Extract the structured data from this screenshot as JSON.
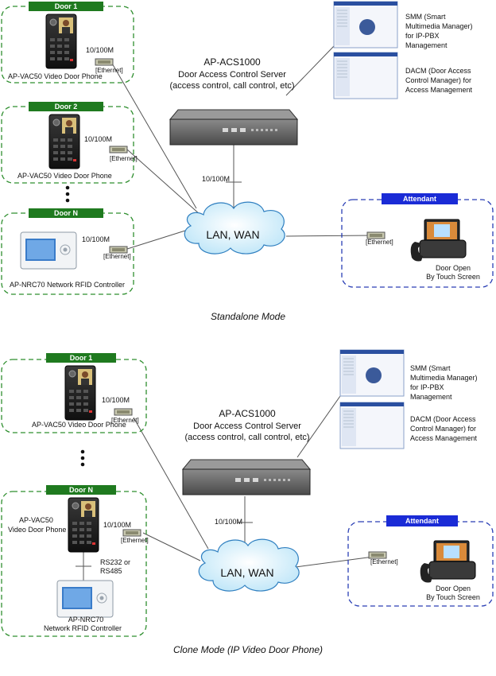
{
  "standalone": {
    "caption": "Standalone Mode",
    "door1": {
      "tag": "Door 1",
      "device": "AP-VAC50  Video Door Phone",
      "speed": "10/100M",
      "port": "[Ethernet]"
    },
    "door2": {
      "tag": "Door 2",
      "device": "AP-VAC50  Video Door Phone",
      "speed": "10/100M",
      "port": "[Ethernet]"
    },
    "doorN": {
      "tag": "Door N",
      "device": "AP-NRC70 Network RFID Controller",
      "speed": "10/100M",
      "port": "[Ethernet]"
    },
    "server": {
      "name": "AP-ACS1000",
      "line1": "Door Access Control Server",
      "line2": "(access control, call control, etc)",
      "speed": "10/100M"
    },
    "smm": {
      "line1": "SMM (Smart",
      "line2": "Multimedia Manager)",
      "line3": "for IP-PBX",
      "line4": "Management"
    },
    "dacm": {
      "line1": "DACM (Door Access",
      "line2": "Control Manager) for",
      "line3": "Access Management"
    },
    "cloud": "LAN, WAN",
    "attendant": {
      "tag": "Attendant",
      "port": "[Ethernet]",
      "line1": "Door Open",
      "line2": "By Touch Screen"
    }
  },
  "clone": {
    "caption": "Clone Mode (IP Video Door Phone)",
    "door1": {
      "tag": "Door 1",
      "device": "AP-VAC50  Video Door Phone",
      "speed": "10/100M",
      "port": "[Ethernet]"
    },
    "doorN": {
      "tag": "Door N",
      "phone1": "AP-VAC50",
      "phone2": "Video Door Phone",
      "speed": "10/100M",
      "port": "[Ethernet]",
      "serial1": "RS232 or",
      "serial2": "RS485",
      "rfid1": "AP-NRC70",
      "rfid2": "Network RFID Controller"
    },
    "server": {
      "name": "AP-ACS1000",
      "line1": "Door Access Control Server",
      "line2": "(access control, call control, etc)",
      "speed": "10/100M"
    },
    "smm": {
      "line1": "SMM (Smart",
      "line2": "Multimedia Manager)",
      "line3": "for IP-PBX",
      "line4": "Management"
    },
    "dacm": {
      "line1": "DACM (Door Access",
      "line2": "Control Manager) for",
      "line3": "Access Management"
    },
    "cloud": "LAN, WAN",
    "attendant": {
      "tag": "Attendant",
      "port": "[Ethernet]",
      "line1": "Door Open",
      "line2": "By Touch Screen"
    }
  },
  "colors": {
    "door_tag": "#1f7a1f",
    "attendant_tag": "#1a2bd6",
    "door_border": "#2f8f2f",
    "attendant_border": "#2a3fb5"
  }
}
